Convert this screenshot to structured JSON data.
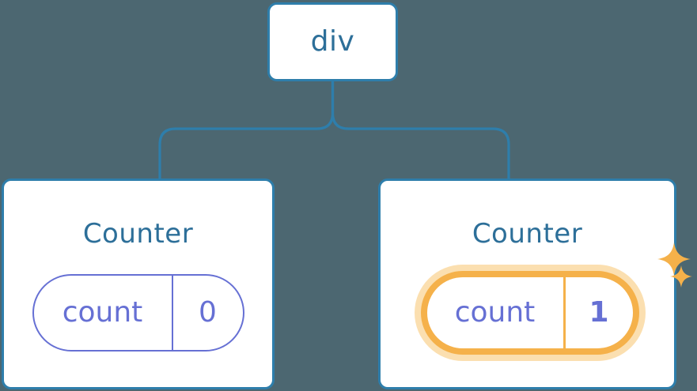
{
  "diagram": {
    "title": "React component tree with highlighted state update",
    "background_color": "#4c6771",
    "node_border_color": "#2e7eab",
    "node_text_color": "#2d6f99",
    "state_color": "#6670d4",
    "highlight_color": "#f5b14a",
    "highlight_halo_color": "#fbdfb0",
    "connector_color": "#2e7eab"
  },
  "root": {
    "label": "div"
  },
  "children": [
    {
      "label": "Counter",
      "state": {
        "key": "count",
        "value": "0"
      },
      "highlighted": "false"
    },
    {
      "label": "Counter",
      "state": {
        "key": "count",
        "value": "1"
      },
      "highlighted": "true",
      "sparkles": [
        "sparkle-large",
        "sparkle-small"
      ]
    }
  ]
}
